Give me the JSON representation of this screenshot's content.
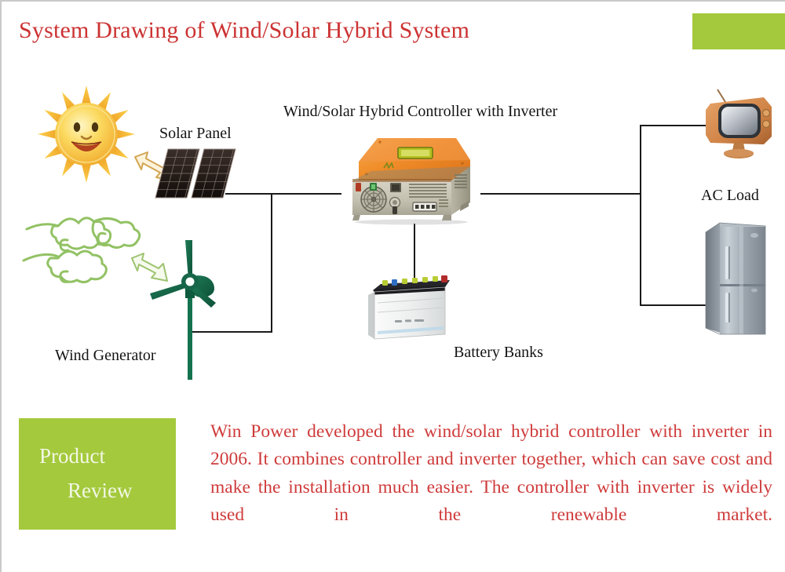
{
  "slide": {
    "title": "System Drawing of Wind/Solar Hybrid System",
    "background_color": "#ffffff",
    "accent_green": "#a4c93c",
    "title_color": "#cc3333",
    "body_red": "#cf3b3b",
    "wire_color": "#1a1a1a"
  },
  "labels": {
    "solar_panel": "Solar Panel",
    "controller": "Wind/Solar Hybrid Controller with Inverter",
    "ac_load": "AC Load",
    "wind_generator": "Wind Generator",
    "battery_banks": "Battery Banks"
  },
  "review": {
    "heading_line1": "Product",
    "heading_line2": "Review",
    "body": "Win Power developed the wind/solar hybrid controller with inverter in 2006. It combines controller and inverter together, which can save cost and make the installation much easier. The controller with inverter is widely used in the renewable market."
  },
  "diagram": {
    "nodes": [
      {
        "id": "sun",
        "icon": "sun-icon",
        "label": ""
      },
      {
        "id": "solar-panel",
        "icon": "solar-panel-icon",
        "label": "Solar Panel"
      },
      {
        "id": "wind-swirls",
        "icon": "wind-swirl-icon",
        "label": ""
      },
      {
        "id": "turbine",
        "icon": "wind-turbine-icon",
        "label": "Wind Generator"
      },
      {
        "id": "inverter",
        "icon": "hybrid-inverter-icon",
        "label": "Wind/Solar Hybrid Controller with Inverter"
      },
      {
        "id": "battery",
        "icon": "battery-icon",
        "label": "Battery Banks"
      },
      {
        "id": "tv",
        "icon": "television-icon",
        "label": "AC Load"
      },
      {
        "id": "fridge",
        "icon": "refrigerator-icon",
        "label": "AC Load"
      }
    ],
    "connections": [
      {
        "from": "solar-panel",
        "to": "inverter"
      },
      {
        "from": "turbine",
        "to": "inverter"
      },
      {
        "from": "inverter",
        "to": "battery"
      },
      {
        "from": "inverter",
        "to": "tv"
      },
      {
        "from": "inverter",
        "to": "fridge"
      }
    ],
    "flow_arrows": [
      {
        "from": "sun",
        "to": "solar-panel",
        "color": "#d9b36a"
      },
      {
        "from": "wind-swirls",
        "to": "turbine",
        "color": "#a8c97f"
      }
    ]
  }
}
